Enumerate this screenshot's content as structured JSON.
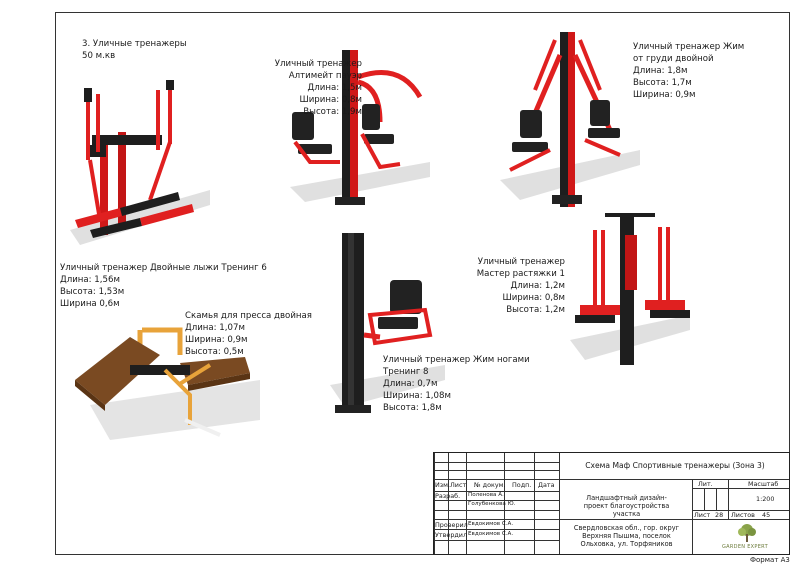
{
  "items": [
    {
      "lines": [
        "3. Уличные тренажеры",
        "50 м.кв"
      ]
    },
    {
      "lines": [
        "Уличный тренажер",
        "Алтимейт пауэр",
        "Длина: 1,5м",
        "Ширина: 0,8м",
        "Высота: 1,9м"
      ]
    },
    {
      "lines": [
        "Уличный тренажер Жим",
        "от груди двойной",
        "Длина: 1,8м",
        "Высота: 1,7м",
        "Ширина: 0,9м"
      ]
    },
    {
      "lines": [
        "Уличный тренажер Двойные лыжи Тренинг 6",
        "Длина: 1,56м",
        "Высота: 1,53м",
        "Ширина 0,6м"
      ]
    },
    {
      "lines": [
        "Уличный тренажер",
        "Мастер растяжки 1",
        "Длина: 1,2м",
        "Ширина: 0,8м",
        "Высота: 1,2м"
      ]
    },
    {
      "lines": [
        "Скамья для пресса двойная",
        "Длина: 1,07м",
        "Ширина: 0,9м",
        "Высота: 0,5м"
      ]
    },
    {
      "lines": [
        "Уличный тренажер Жим ногами",
        "Тренинг 8",
        "Длина: 0,7м",
        "Ширина: 1,08м",
        "Высота: 1,8м"
      ]
    }
  ],
  "title_block": {
    "sheet_title": "Схема Маф Спортивные тренажеры (Зона 3)",
    "headers": {
      "izm": "Изм.",
      "list": "Лист",
      "doc": "№ докум.",
      "sign": "Подп.",
      "date": "Дата"
    },
    "roles": {
      "razrab": "Разраб.",
      "razrab_name": "Поленова А.",
      "extra_name": "Голубенкова Ю.",
      "prover": "Проверил",
      "prover_name": "Евдокимов С.А.",
      "utverd": "Утвердил",
      "utverd_name": "Евдокимов С.А."
    },
    "project": "Ландшафтный дизайн-проект благоустройства участка",
    "address": "Свердловская обл., гор. округ Верхняя Пышма, поселок Ольховка, ул. Торфяников",
    "lit_label": "Лит.",
    "scale_label": "Масштаб",
    "scale_value": "1:200",
    "list_label": "Лист",
    "list_value": "28",
    "listov_label": "Листов",
    "listov_value": "45",
    "logo_text": "GARDEN EXPERT",
    "format": "Формат А3"
  },
  "colors": {
    "frame_red": "#e02020",
    "frame_dark": "#1e1e1e",
    "seat": "#222222",
    "bench_top": "#7a4a22",
    "bench_bar": "#e8a33a",
    "shadow": "#d6d6d6"
  }
}
